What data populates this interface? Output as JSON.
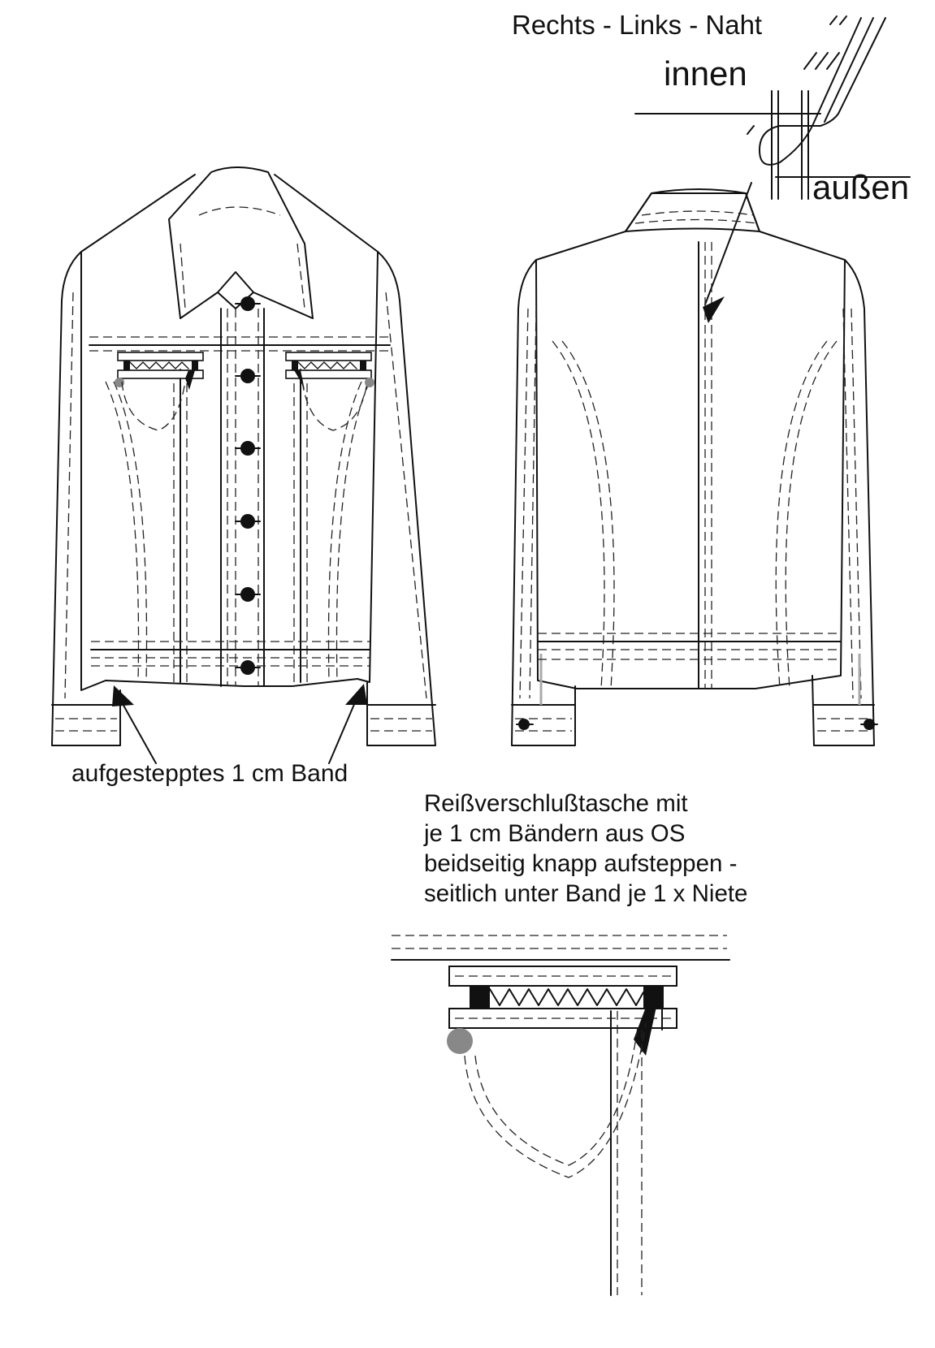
{
  "labels": {
    "seam_type": "Rechts - Links - Naht",
    "inside": "innen",
    "outside": "außen",
    "hem_band": "aufgestepptes 1 cm Band"
  },
  "pocket_note": [
    "Reißverschlußtasche mit",
    "je 1 cm Bändern aus OS",
    "beidseitig knapp aufsteppen -",
    "seitlich unter Band je 1 x Niete"
  ]
}
